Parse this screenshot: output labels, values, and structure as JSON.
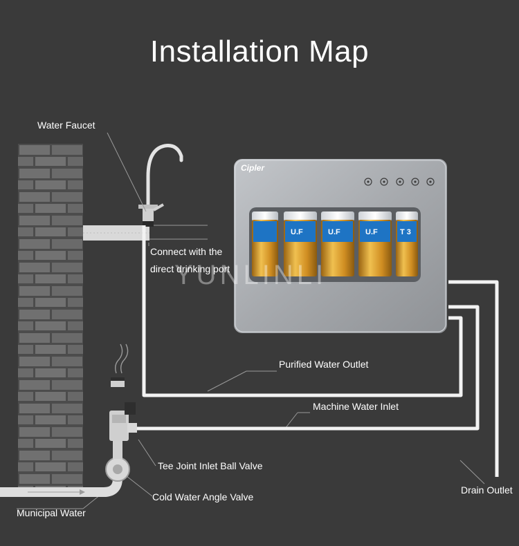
{
  "title": "Installation Map",
  "watermark": "YUNLINLI",
  "brand_text": "Cipler",
  "filter_labels": [
    "U.F",
    "U.F",
    "U.F",
    "T 3"
  ],
  "labels": {
    "water_faucet": "Water Faucet",
    "connect_line1": "Connect with the",
    "connect_line2": "direct drinking port",
    "purified_water_outlet": "Purified Water Outlet",
    "machine_water_inlet": "Machine Water Inlet",
    "tee_joint_valve": "Tee Joint Inlet Ball Valve",
    "cold_water_valve": "Cold Water Angle Valve",
    "municipal_water": "Municipal Water",
    "drain_outlet": "Drain Outlet"
  },
  "colors": {
    "background": "#3a3a3a",
    "brick": "#6e6e6e",
    "mortar": "#4a4a4a",
    "pipe": "#f2f2f2",
    "filter_housing": "#a9acb0",
    "filter_cartridge": "#d89a2a"
  }
}
